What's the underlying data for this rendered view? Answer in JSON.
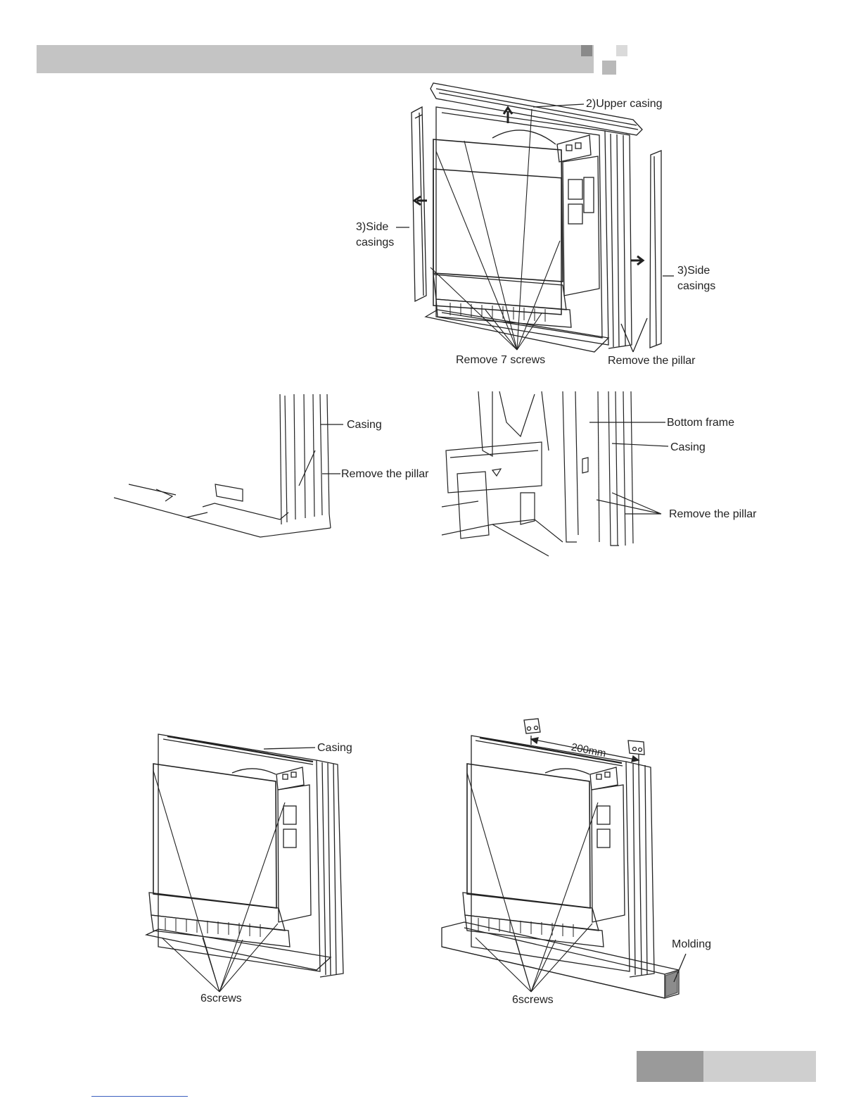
{
  "figure1": {
    "upper_casing": "2)Upper casing",
    "side_casings_left": "3)Side casings",
    "side_casings_right": "3)Side casings",
    "remove_screws": "Remove 7 screws",
    "remove_pillar": "Remove the pillar"
  },
  "figure2": {
    "casing": "Casing",
    "remove_pillar": "Remove the pillar"
  },
  "figure3": {
    "bottom_frame": "Bottom frame",
    "casing": "Casing",
    "remove_pillar": "Remove the pillar"
  },
  "figure4": {
    "casing": "Casing",
    "screws": "6screws"
  },
  "figure5": {
    "dimension": "200mm",
    "molding": "Molding",
    "screws": "6screws"
  },
  "colors": {
    "header_bar": "#c4c4c4",
    "footer_dark": "#9a9a9a",
    "footer_light": "#cfcfcf",
    "link_underline": "#3b5fbf"
  }
}
